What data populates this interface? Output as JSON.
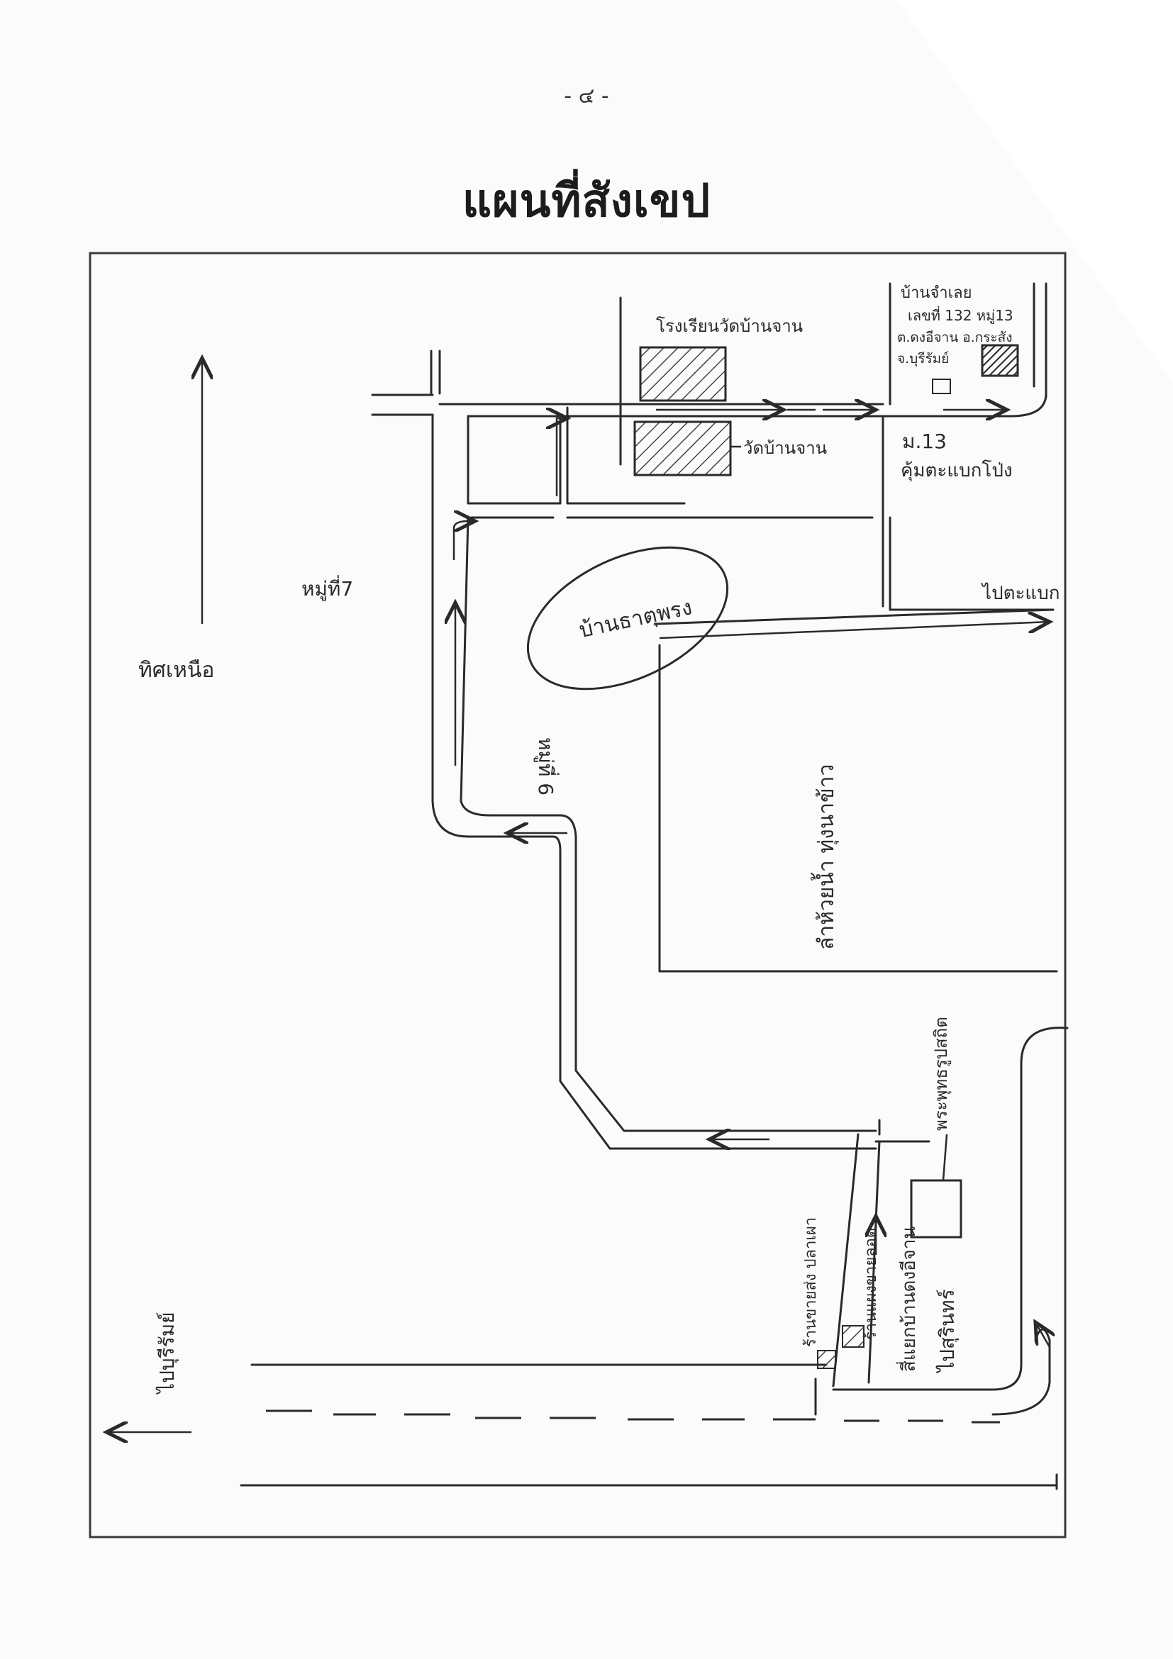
{
  "page_number": "- ๔ -",
  "title": "แผนที่สังเขป",
  "labels": {
    "school": "โรงเรียนวัดบ้านจาน",
    "temple": "วัดบ้านจาน",
    "house_line1": "บ้านจำเลย",
    "house_line2": "เลขที่ 132 หมู่13",
    "house_line3": "ต.ดงอีจาน อ.กระสัง",
    "house_line4": "จ.บุรีรัมย์",
    "moo13_line1": "ม.13",
    "moo13_line2": "คุ้มตะแบกโป่ง",
    "moo7": "หมู่ที่7",
    "north": "ทิศเหนือ",
    "village": "บ้านธาตุพรง",
    "to_right": "ไปตะแบก",
    "moo6": "หมู่ที่ 6",
    "field": "ลำห้วยน้ำ ทุ่งนาข้าว",
    "police_box": "พระพุทธรูปสถิต",
    "shop_a": "ร้านขายส่ง ปลาเผา",
    "shop_b": "ร้านแผงขายลอด",
    "junction": "สี่แยกบ้านดงอีจาน",
    "to_surin": "ไปสุรินทร์",
    "to_buriram": "ไปบุรีรัมย์"
  },
  "colors": {
    "ink": "#2a2a2a",
    "frame": "#3a3a3a",
    "hatch": "#444444"
  }
}
